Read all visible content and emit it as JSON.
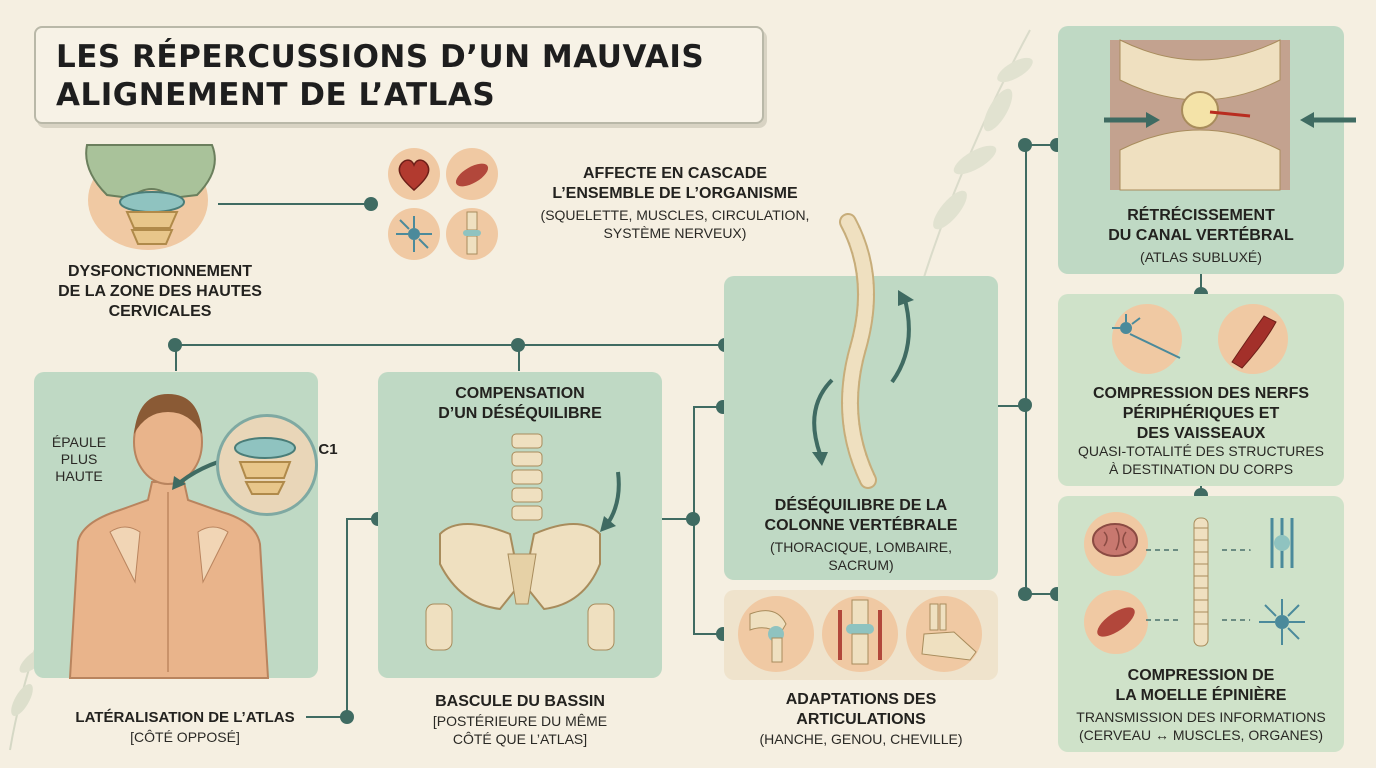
{
  "title": {
    "line1": "LES RÉPERCUSSIONS D’UN MAUVAIS",
    "line2": "ALIGNEMENT DE L’ATLAS"
  },
  "nodes": {
    "dysfonction": {
      "line1": "DYSFONCTIONNEMENT",
      "line2": "DE LA ZONE DES HAUTES",
      "line3": "CERVICALES"
    },
    "cascade": {
      "line1": "AFFECTE EN CASCADE",
      "line2": "L’ENSEMBLE DE L’ORGANISME",
      "sub1": "(SQUELETTE, MUSCLES, CIRCULATION,",
      "sub2": "SYSTÈME NERVEUX)"
    },
    "lateralisation": {
      "label": "LATÉRALISATION DE L’ATLAS",
      "sub": "[CÔTÉ OPPOSÉ]",
      "shoulder1": "ÉPAULE",
      "shoulder2": "PLUS",
      "shoulder3": "HAUTE",
      "c1": "C1"
    },
    "compensation": {
      "line1": "COMPENSATION",
      "line2": "D’UN DÉSÉQUILIBRE"
    },
    "bascule": {
      "label": "BASCULE DU BASSIN",
      "sub1": "[POSTÉRIEURE DU MÊME",
      "sub2": "CÔTÉ QUE L’ATLAS]"
    },
    "colonne": {
      "line1": "DÉSÉQUILIBRE DE LA",
      "line2": "COLONNE VERTÉBRALE",
      "sub1": "(THORACIQUE, LOMBAIRE,",
      "sub2": "SACRUM)"
    },
    "articulations": {
      "line1": "ADAPTATIONS DES",
      "line2": "ARTICULATIONS",
      "sub": "(HANCHE, GENOU, CHEVILLE)"
    },
    "canal": {
      "line1": "RÉTRÉCISSEMENT",
      "line2": "DU CANAL VERTÉBRAL",
      "sub": "(ATLAS SUBLUXÉ)"
    },
    "nerfs": {
      "line1": "COMPRESSION DES NERFS",
      "line2": "PÉRIPHÉRIQUES ET",
      "line3": "DES VAISSEAUX",
      "sub1": "QUASI-TOTALITÉ DES STRUCTURES",
      "sub2": "À DESTINATION DU CORPS"
    },
    "moelle": {
      "line1": "COMPRESSION DE",
      "line2": "LA MOELLE ÉPINIÈRE",
      "sub1": "TRANSMISSION DES INFORMATIONS",
      "sub2": "(CERVEAU ↔ MUSCLES, ORGANES)"
    }
  },
  "icons": {
    "cascade": [
      "heart-icon",
      "muscle-icon",
      "neuron-icon",
      "knee-joint-icon"
    ],
    "nerfs": [
      "nerve-cell-icon",
      "blood-vessel-icon"
    ],
    "moelle": [
      "brain-icon",
      "spinal-cord-icon",
      "nerve-bundle-icon",
      "muscle-icon",
      "neuron-icon"
    ],
    "articulations": [
      "hip-joint-icon",
      "knee-joint-icon",
      "ankle-joint-icon"
    ]
  },
  "colors": {
    "background": "#f5efe1",
    "panel": "#bfd9c4",
    "connector": "#3f6b62",
    "icon_circle": "#f0c9a3"
  }
}
